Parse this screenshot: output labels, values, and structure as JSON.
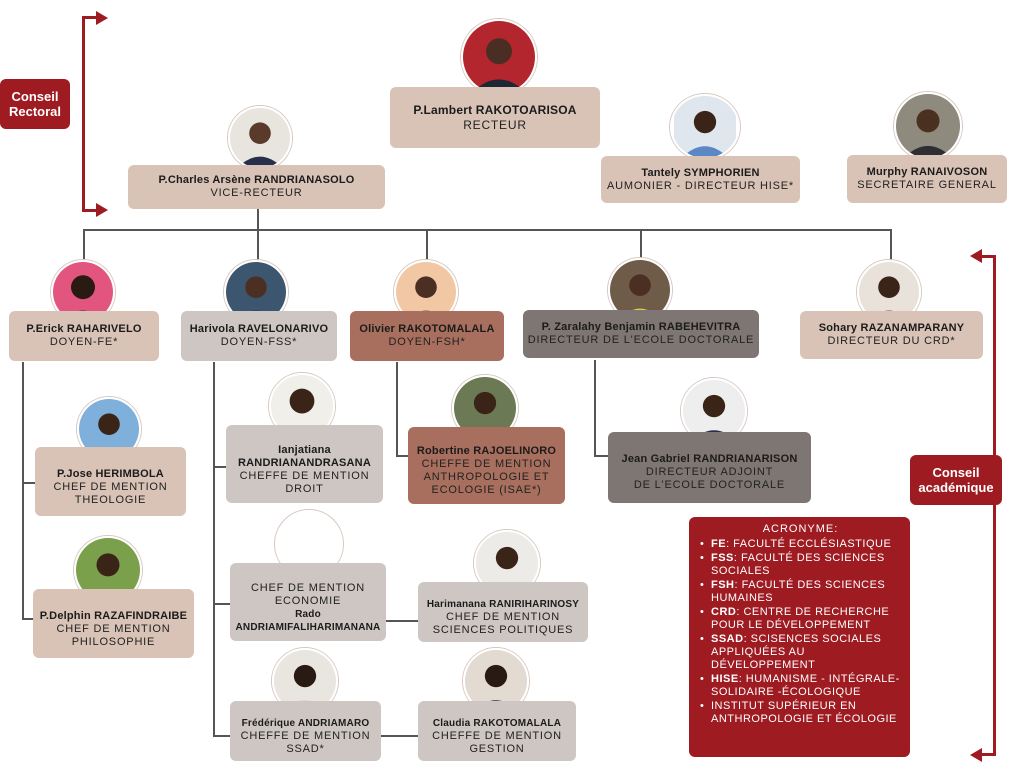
{
  "councils": {
    "rectoral": "Conseil Rectoral",
    "academique": "Conseil académique"
  },
  "top": {
    "recteur": {
      "name": "P.Lambert RAKOTOARISOA",
      "title": "RECTEUR"
    },
    "vice": {
      "name": "P.Charles Arsène RANDRIANASOLO",
      "title": "VICE-RECTEUR"
    },
    "aumonier": {
      "name": "Tantely SYMPHORIEN",
      "title": "AUMONIER - DIRECTEUR HISE*"
    },
    "sg": {
      "name": "Murphy RANAIVOSON",
      "title": "SECRETAIRE GENERAL"
    }
  },
  "deans": {
    "fe": {
      "name": "P.Erick RAHARIVELO",
      "title": "DOYEN-FE*"
    },
    "fss": {
      "name": "Harivola RAVELONARIVO",
      "title": "DOYEN-FSS*"
    },
    "fsh": {
      "name": "Olivier RAKOTOMALALA",
      "title": "DOYEN-FSH*"
    },
    "ed": {
      "name": "P. Zaralahy Benjamin RABEHEVITRA",
      "title": "DIRECTEUR DE L'ECOLE DOCTORALE"
    },
    "crd": {
      "name": "Sohary RAZANAMPARANY",
      "title": "DIRECTEUR DU CRD*"
    }
  },
  "mentions": {
    "theologie": {
      "name": "P.Jose HERIMBOLA",
      "title1": "CHEF DE MENTION",
      "title2": "THEOLOGIE"
    },
    "philosophie": {
      "name": "P.Delphin RAZAFINDRAIBE",
      "title1": "CHEF DE MENTION",
      "title2": "PHILOSOPHIE"
    },
    "droit": {
      "name1": "Ianjatiana",
      "name2": "RANDRIANANDRASANA",
      "title1": "CHEFFE DE MENTION",
      "title2": "DROIT"
    },
    "economie": {
      "title1": "CHEF DE MENTION",
      "title2": "ECONOMIE",
      "name1": "Rado",
      "name2": "ANDRIAMIFALIHARIMANANA"
    },
    "sciencespo": {
      "name": "Harimanana RANIRIHARINOSY",
      "title1": "CHEF DE MENTION",
      "title2": "SCIENCES POLITIQUES"
    },
    "ssad": {
      "name": "Frédérique ANDRIAMARO",
      "title1": "CHEFFE DE MENTION",
      "title2": "SSAD*"
    },
    "gestion": {
      "name": "Claudia RAKOTOMALALA",
      "title1": "CHEFFE DE MENTION",
      "title2": "GESTION"
    },
    "anthropo": {
      "name": "Robertine RAJOELINORO",
      "title1": "CHEFFE DE MENTION",
      "title2": "ANTHROPOLOGIE ET",
      "title3": "ECOLOGIE (ISAE*)"
    },
    "adjoint": {
      "name": "Jean Gabriel RANDRIANARISON",
      "title1": "DIRECTEUR ADJOINT",
      "title2": "DE L'ECOLE DOCTORALE"
    }
  },
  "acronyms": {
    "heading": "ACRONYME:",
    "items": [
      {
        "abbr": "FE",
        "text": ": FACULTÉ ECCLÉSIASTIQUE"
      },
      {
        "abbr": "FSS",
        "text": ": FACULTÉ DES SCIENCES SOCIALES"
      },
      {
        "abbr": "FSH",
        "text": ": FACULTÉ DES SCIENCES HUMAINES"
      },
      {
        "abbr": "CRD",
        "text": ": CENTRE DE RECHERCHE POUR LE DÉVELOPPEMENT"
      },
      {
        "abbr": "SSAD",
        "text": ": SCISENCES SOCIALES APPLIQUÉES AU DÉVELOPPEMENT"
      },
      {
        "abbr": "HISE",
        "text": ": HUMANISME - INTÉGRALE-SOLIDAIRE -ÉCOLOGIQUE"
      },
      {
        "abbr": "",
        "text": "INSTITUT SUPÉRIEUR EN ANTHROPOLOGIE ET ÉCOLOGIE"
      }
    ]
  },
  "colors": {
    "accent": "#9e1b22",
    "beige": "#d8c3b6",
    "gray": "#cdc6c2",
    "brown": "#a86f5e",
    "darkgray": "#7e7673"
  }
}
